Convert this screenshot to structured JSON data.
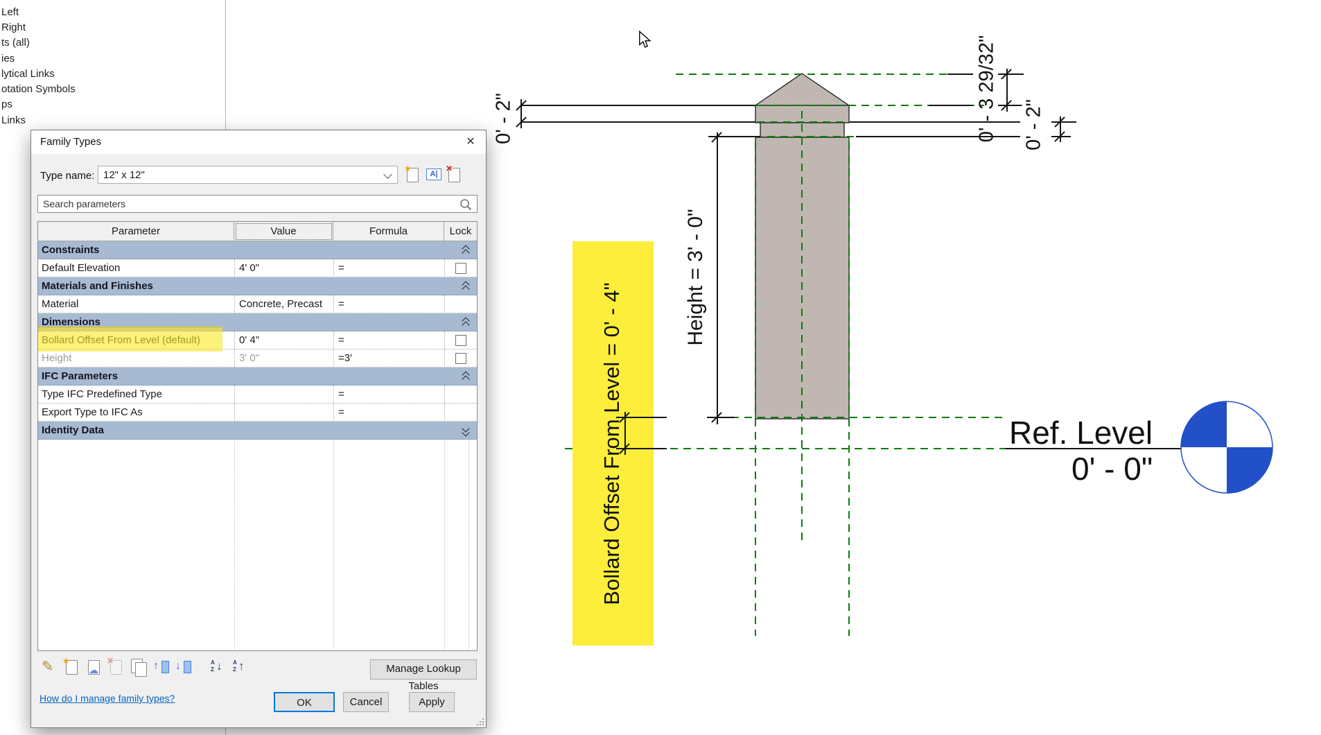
{
  "sidebar": {
    "items": [
      {
        "label": "Left"
      },
      {
        "label": "Right"
      },
      {
        "label": "ts (all)"
      },
      {
        "label": "ies"
      },
      {
        "label": "lytical Links"
      },
      {
        "label": "otation Symbols"
      },
      {
        "label": "ps"
      },
      {
        "label": "Links"
      }
    ]
  },
  "dialog": {
    "title": "Family Types",
    "close_glyph": "✕",
    "type_name_label": "Type name:",
    "type_name_value": "12\" x 12\"",
    "search_placeholder": "Search parameters",
    "table": {
      "headers": [
        "Parameter",
        "Value",
        "Formula",
        "Lock"
      ],
      "rows": [
        {
          "type": "group",
          "label": "Constraints"
        },
        {
          "type": "item",
          "param": "Default Elevation",
          "value": "4'  0\"",
          "formula": "="
        },
        {
          "type": "group",
          "label": "Materials and Finishes"
        },
        {
          "type": "item",
          "param": "Material",
          "value": "Concrete, Precast",
          "formula": "="
        },
        {
          "type": "group",
          "label": "Dimensions"
        },
        {
          "type": "item",
          "param": "Bollard Offset From Level (default)",
          "value": "0'  4\"",
          "formula": "="
        },
        {
          "type": "item",
          "param": "Height",
          "value": "3'  0\"",
          "formula": "=3'"
        },
        {
          "type": "group",
          "label": "IFC Parameters"
        },
        {
          "type": "item",
          "param": "Type IFC Predefined Type",
          "value": "",
          "formula": "="
        },
        {
          "type": "item",
          "param": "Export Type to IFC As",
          "value": "",
          "formula": "="
        },
        {
          "type": "group",
          "label": "Identity Data"
        }
      ]
    },
    "footer": {
      "manage_lookup_tables": "Manage Lookup Tables",
      "help_link": "How do I manage family types?",
      "ok": "OK",
      "cancel": "Cancel",
      "apply": "Apply"
    }
  },
  "drawing": {
    "dim_cap": "0' - 3 29/32\"",
    "dim_cap_band": "0' - 2\"",
    "dim_collar": "0' - 2\"",
    "height_label": "Height = 3' - 0\"",
    "offset_label": "Bollard Offset From Level = 0' - 4\"",
    "ref_level_name": "Ref. Level",
    "ref_level_elevation": "0' - 0\""
  },
  "colors": {
    "highlight_yellow": "#fcee3a",
    "reference_green": "#0a7d0a",
    "bollard_fill": "#c0b7b2",
    "level_blue": "#2150c8",
    "link_blue": "#0563c1",
    "group_header": "#a7bad2",
    "focus_blue": "#0078d7"
  }
}
